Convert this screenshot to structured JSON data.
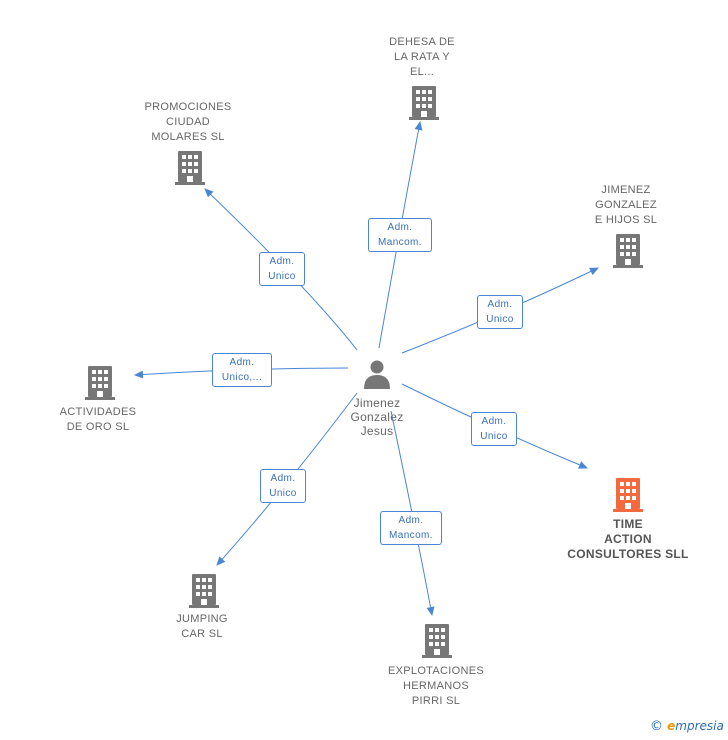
{
  "center": {
    "name": "Jimenez\nGonzalez\nJesus",
    "icon": "person-icon"
  },
  "nodes": [
    {
      "id": "dehesa",
      "label": "DEHESA DE\nLA RATA Y\nEL...",
      "icon": "building-icon",
      "highlight": false
    },
    {
      "id": "promociones",
      "label": "PROMOCIONES\nCIUDAD\nMOLARES SL",
      "icon": "building-icon",
      "highlight": false
    },
    {
      "id": "jimenez-hijos",
      "label": "JIMENEZ\nGONZALEZ\nE HIJOS SL",
      "icon": "building-icon",
      "highlight": false
    },
    {
      "id": "actividades",
      "label": "ACTIVIDADES\nDE ORO SL",
      "icon": "building-icon",
      "highlight": false
    },
    {
      "id": "time-action",
      "label": "TIME\nACTION\nCONSULTORES SLL",
      "icon": "building-icon",
      "highlight": true
    },
    {
      "id": "jumping",
      "label": "JUMPING\nCAR SL",
      "icon": "building-icon",
      "highlight": false
    },
    {
      "id": "explotaciones",
      "label": "EXPLOTACIONES\nHERMANOS\nPIRRI SL",
      "icon": "building-icon",
      "highlight": false
    }
  ],
  "edges": [
    {
      "to": "dehesa",
      "label": "Adm.\nMancom."
    },
    {
      "to": "promociones",
      "label": "Adm.\nUnico"
    },
    {
      "to": "jimenez-hijos",
      "label": "Adm.\nUnico"
    },
    {
      "to": "actividades",
      "label": "Adm.\nUnico,..."
    },
    {
      "to": "time-action",
      "label": "Adm.\nUnico"
    },
    {
      "to": "jumping",
      "label": "Adm.\nUnico"
    },
    {
      "to": "explotaciones",
      "label": "Adm.\nMancom."
    }
  ],
  "colors": {
    "edge": "#4a86d4",
    "building": "#777777",
    "highlight": "#f26a3d",
    "person": "#777777"
  },
  "footer": {
    "copyright": "©",
    "brand_initial": "e",
    "brand_rest": "mpresia"
  }
}
